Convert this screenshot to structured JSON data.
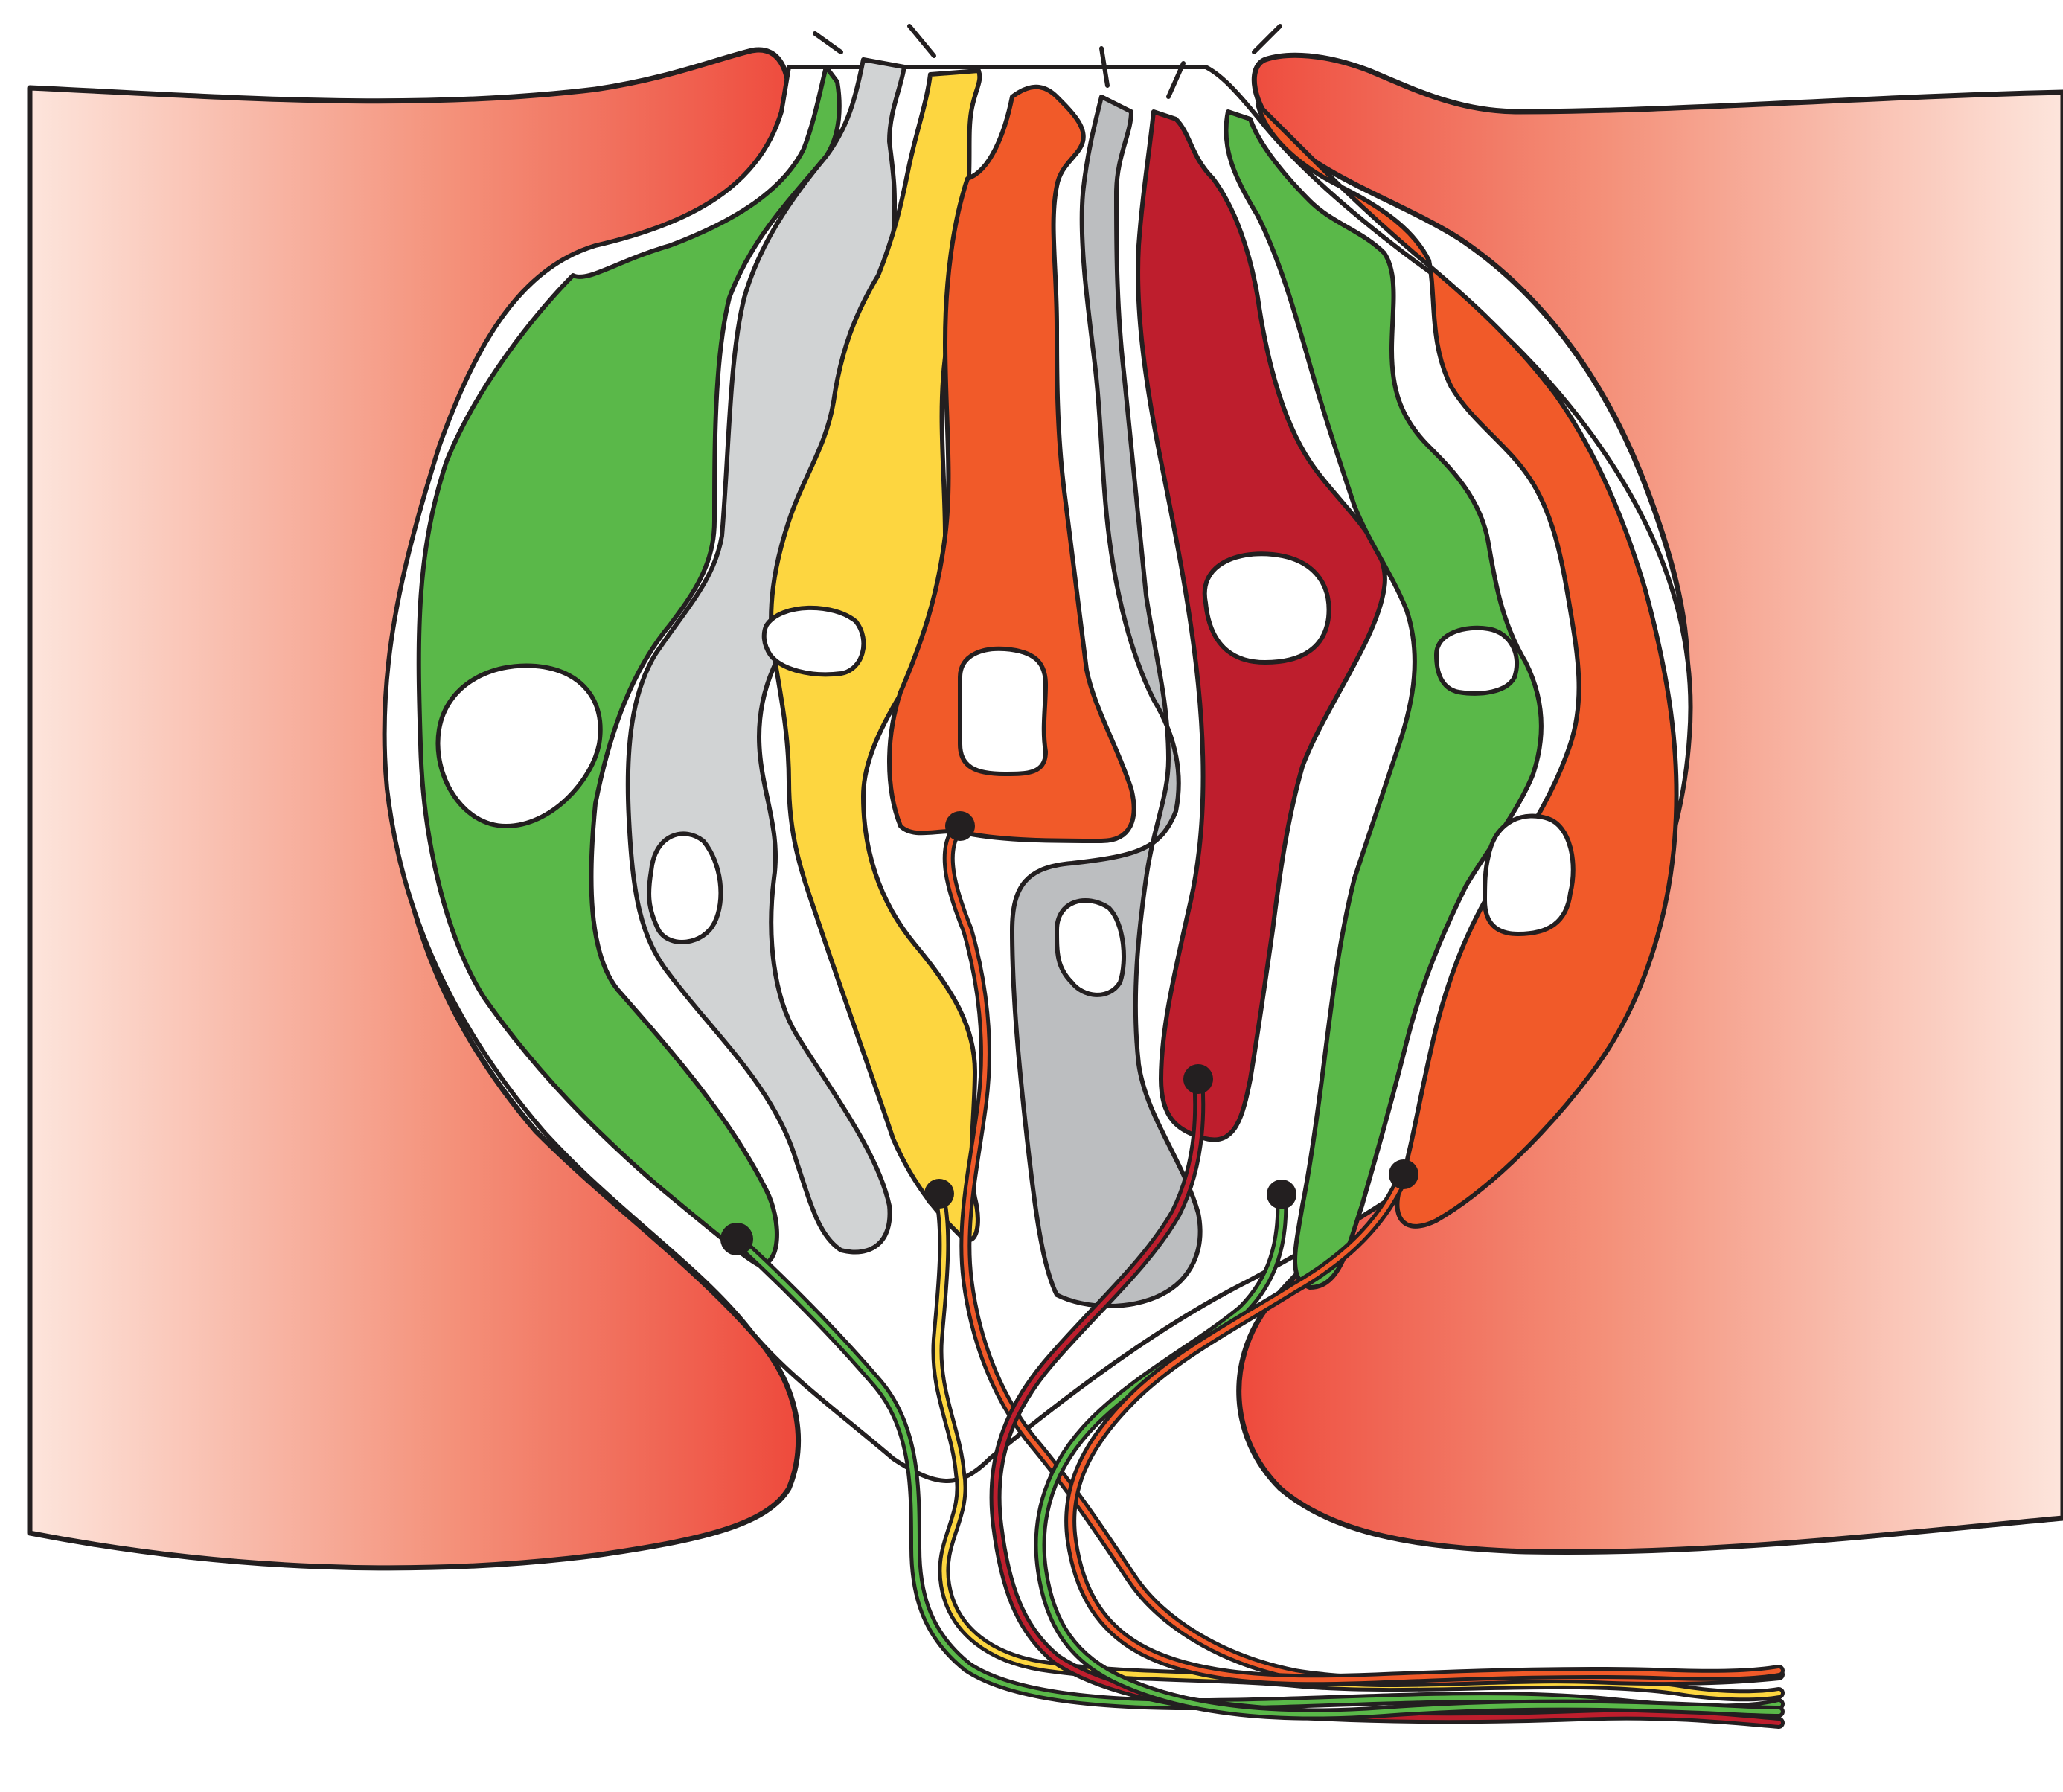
{
  "diagram": {
    "subject": "",
    "labels": []
  },
  "colors": {
    "outline": "#231f20",
    "background": "#ffffff",
    "tissue_edge": "#ee4a3c",
    "tissue_fade": "#fde5dc",
    "receptor_green": "#5ab849",
    "receptor_orange": "#f15a29",
    "receptor_red": "#be1e2d",
    "receptor_yellow": "#fdd640",
    "supporting_light_gray": "#d1d3d4",
    "supporting_gray": "#bcbec0",
    "nucleus": "#ffffff",
    "synapse_dot": "#231f20"
  },
  "cells": [
    {
      "id": "green-left",
      "kind": "receptor",
      "color": "receptor_green"
    },
    {
      "id": "gray-left",
      "kind": "supporting",
      "color": "supporting_light_gray"
    },
    {
      "id": "yellow",
      "kind": "receptor",
      "color": "receptor_yellow"
    },
    {
      "id": "orange-center",
      "kind": "receptor",
      "color": "receptor_orange"
    },
    {
      "id": "gray-center",
      "kind": "supporting",
      "color": "supporting_gray"
    },
    {
      "id": "red",
      "kind": "receptor",
      "color": "receptor_red"
    },
    {
      "id": "green-right",
      "kind": "receptor",
      "color": "receptor_green"
    },
    {
      "id": "orange-right",
      "kind": "receptor",
      "color": "receptor_orange"
    }
  ],
  "nerve_fibers": [
    {
      "from": "green-left",
      "color": "receptor_green"
    },
    {
      "from": "yellow",
      "color": "receptor_yellow"
    },
    {
      "from": "orange-center",
      "color": "receptor_orange"
    },
    {
      "from": "red",
      "color": "receptor_red"
    },
    {
      "from": "green-right",
      "color": "receptor_green"
    },
    {
      "from": "orange-right",
      "color": "receptor_orange"
    }
  ]
}
